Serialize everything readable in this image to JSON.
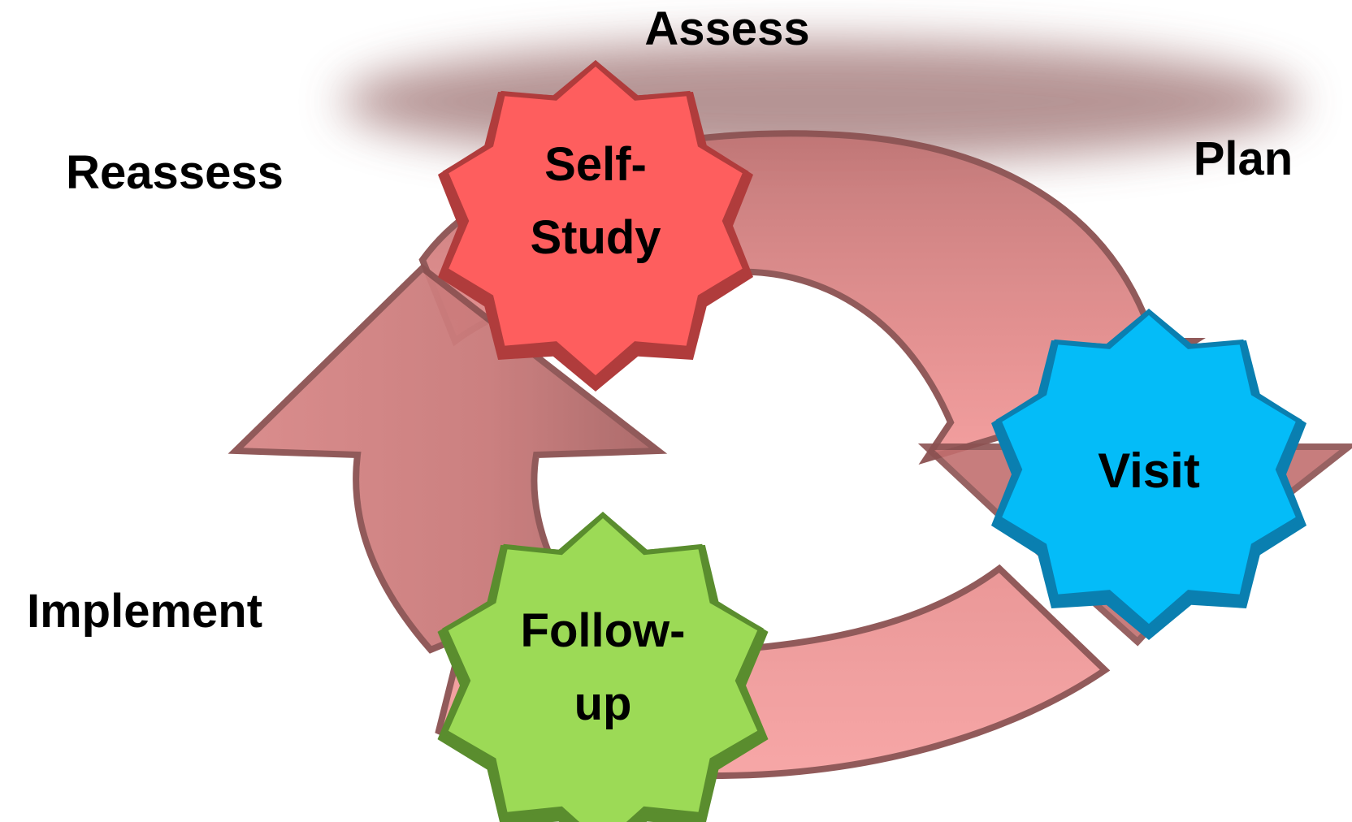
{
  "phases": {
    "assess": "Assess",
    "plan": "Plan",
    "reassess": "Reassess",
    "implement": "Implement"
  },
  "nodes": {
    "self_study": {
      "line1": "Self-",
      "line2": "Study",
      "color": "#fe5e5e",
      "edge": "#b03c3c"
    },
    "visit": {
      "line1": "Visit",
      "color": "#04bcf8",
      "edge": "#0a7fb0"
    },
    "follow_up": {
      "line1": "Follow-",
      "line2": "up",
      "color": "#9cda56",
      "edge": "#5a8d2e"
    }
  },
  "colors": {
    "cycle_arrow": "#d68282",
    "cycle_arrow_edge": "#8c5252",
    "shadow": "#a07878"
  }
}
